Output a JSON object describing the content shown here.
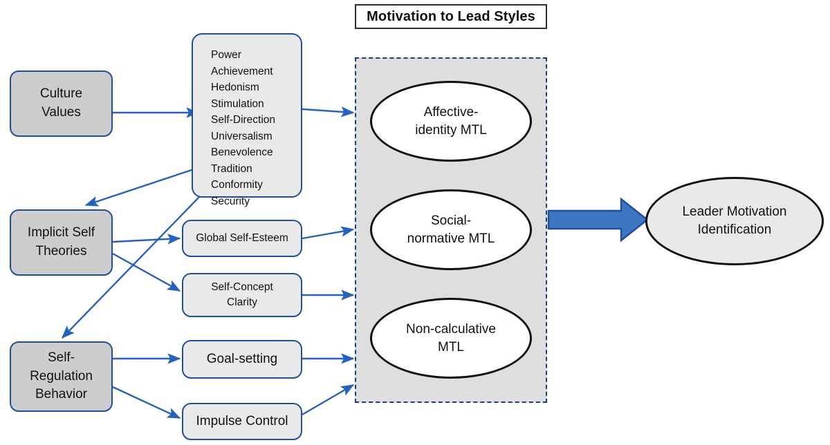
{
  "banner": {
    "title": "Motivation to Lead Styles"
  },
  "antecedents": [
    {
      "name": "culture-values",
      "label": "Culture\nValues"
    },
    {
      "name": "implicit-self-theories",
      "label": "Implicit Self\nTheories"
    },
    {
      "name": "self-regulation-behavior",
      "label": "Self-\nRegulation\nBehavior"
    }
  ],
  "values_box": {
    "title": "values-list",
    "items": [
      "Power",
      "Achievement",
      "Hedonism",
      "Stimulation",
      "Self-Direction",
      "Universalism",
      "Benevolence",
      "Tradition",
      "Conformity",
      "Security"
    ]
  },
  "mediators": [
    {
      "name": "global-self-esteem",
      "label": "Global Self-Esteem"
    },
    {
      "name": "self-concept-clarity",
      "label": "Self-Concept\nClarity"
    },
    {
      "name": "goal-setting",
      "label": "Goal-setting"
    },
    {
      "name": "impulse-control",
      "label": "Impulse Control"
    }
  ],
  "mtl_styles": [
    {
      "name": "affective-identity-mtl",
      "label": "Affective-\nidentity  MTL"
    },
    {
      "name": "social-normative-mtl",
      "label": "Social-\nnormative MTL"
    },
    {
      "name": "non-calculative-mtl",
      "label": "Non-calculative\nMTL"
    }
  ],
  "outcome": {
    "name": "leader-motivation-identification",
    "label": "Leader Motivation\nIdentification"
  },
  "colors": {
    "arrow_blue": "#2462C0",
    "block_arrow_fill": "#3C76C0",
    "block_arrow_stroke": "#1F4E9C",
    "box_border": "#1F4E9C",
    "box_fill_dark": "#cdcdcd",
    "box_fill_light": "#e9e9e9",
    "dashed_border": "#1b3f84",
    "dashed_fill": "#dedede",
    "ellipse_border": "#111111"
  }
}
